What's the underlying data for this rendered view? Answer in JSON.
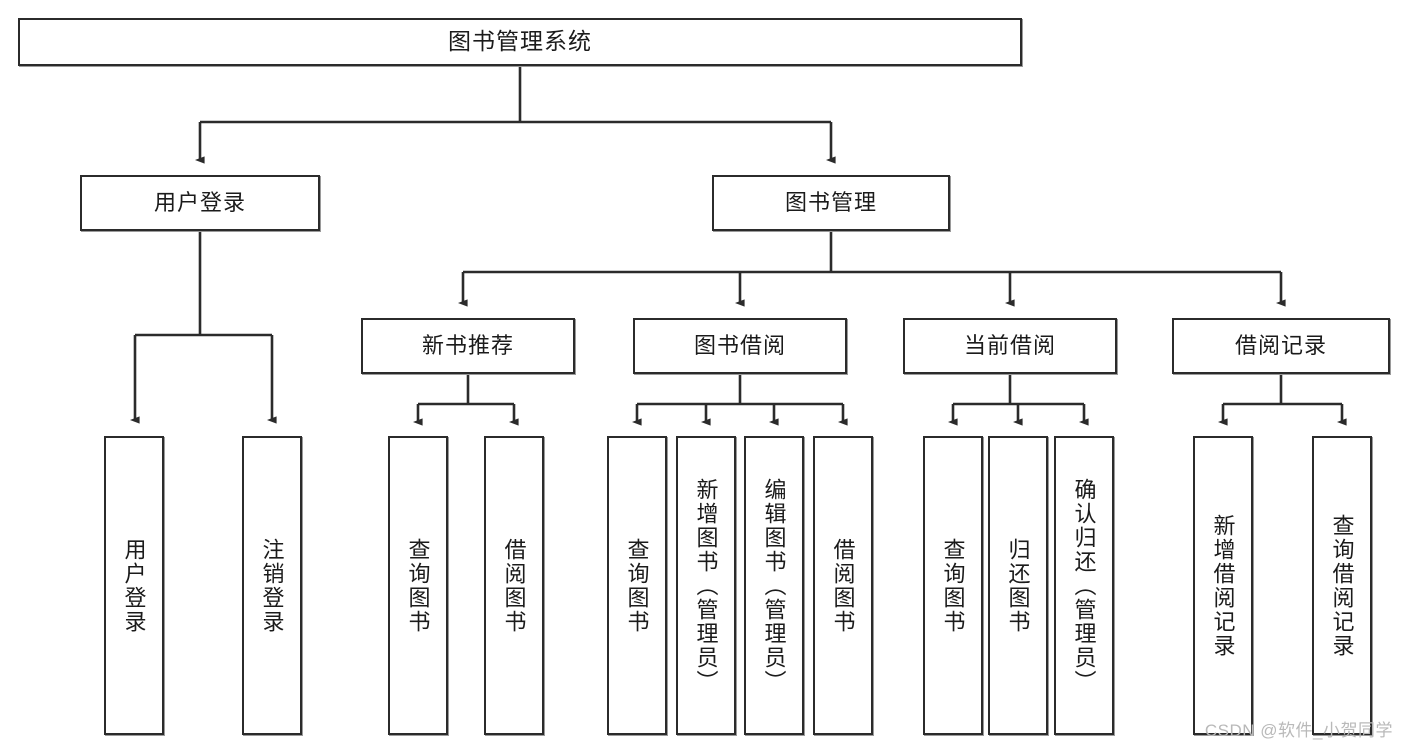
{
  "diagram": {
    "title": "图书管理系统",
    "type": "tree",
    "watermark": "CSDN @软件_小贺同学",
    "line_color": "#2b2b2b",
    "box_fill": "#ffffff",
    "text_color": "#1b1b1b",
    "nodes": {
      "root": {
        "label": "图书管理系统"
      },
      "level2": [
        {
          "label": "用户登录"
        },
        {
          "label": "图书管理"
        }
      ],
      "level3": [
        {
          "label": "新书推荐"
        },
        {
          "label": "图书借阅"
        },
        {
          "label": "当前借阅"
        },
        {
          "label": "借阅记录"
        }
      ],
      "leaves": {
        "user_login": [
          {
            "label": "用户登录"
          },
          {
            "label": "注销登录"
          }
        ],
        "new_book_recommend": [
          {
            "label": "查询图书"
          },
          {
            "label": "借阅图书"
          }
        ],
        "book_borrow": [
          {
            "label": "查询图书"
          },
          {
            "label": "新增图书（管理员）"
          },
          {
            "label": "编辑图书（管理员）"
          },
          {
            "label": "借阅图书"
          }
        ],
        "current_borrow": [
          {
            "label": "查询图书"
          },
          {
            "label": "归还图书"
          },
          {
            "label": "确认归还（管理员）"
          }
        ],
        "borrow_records": [
          {
            "label": "新增借阅记录"
          },
          {
            "label": "查询借阅记录"
          }
        ]
      }
    }
  }
}
